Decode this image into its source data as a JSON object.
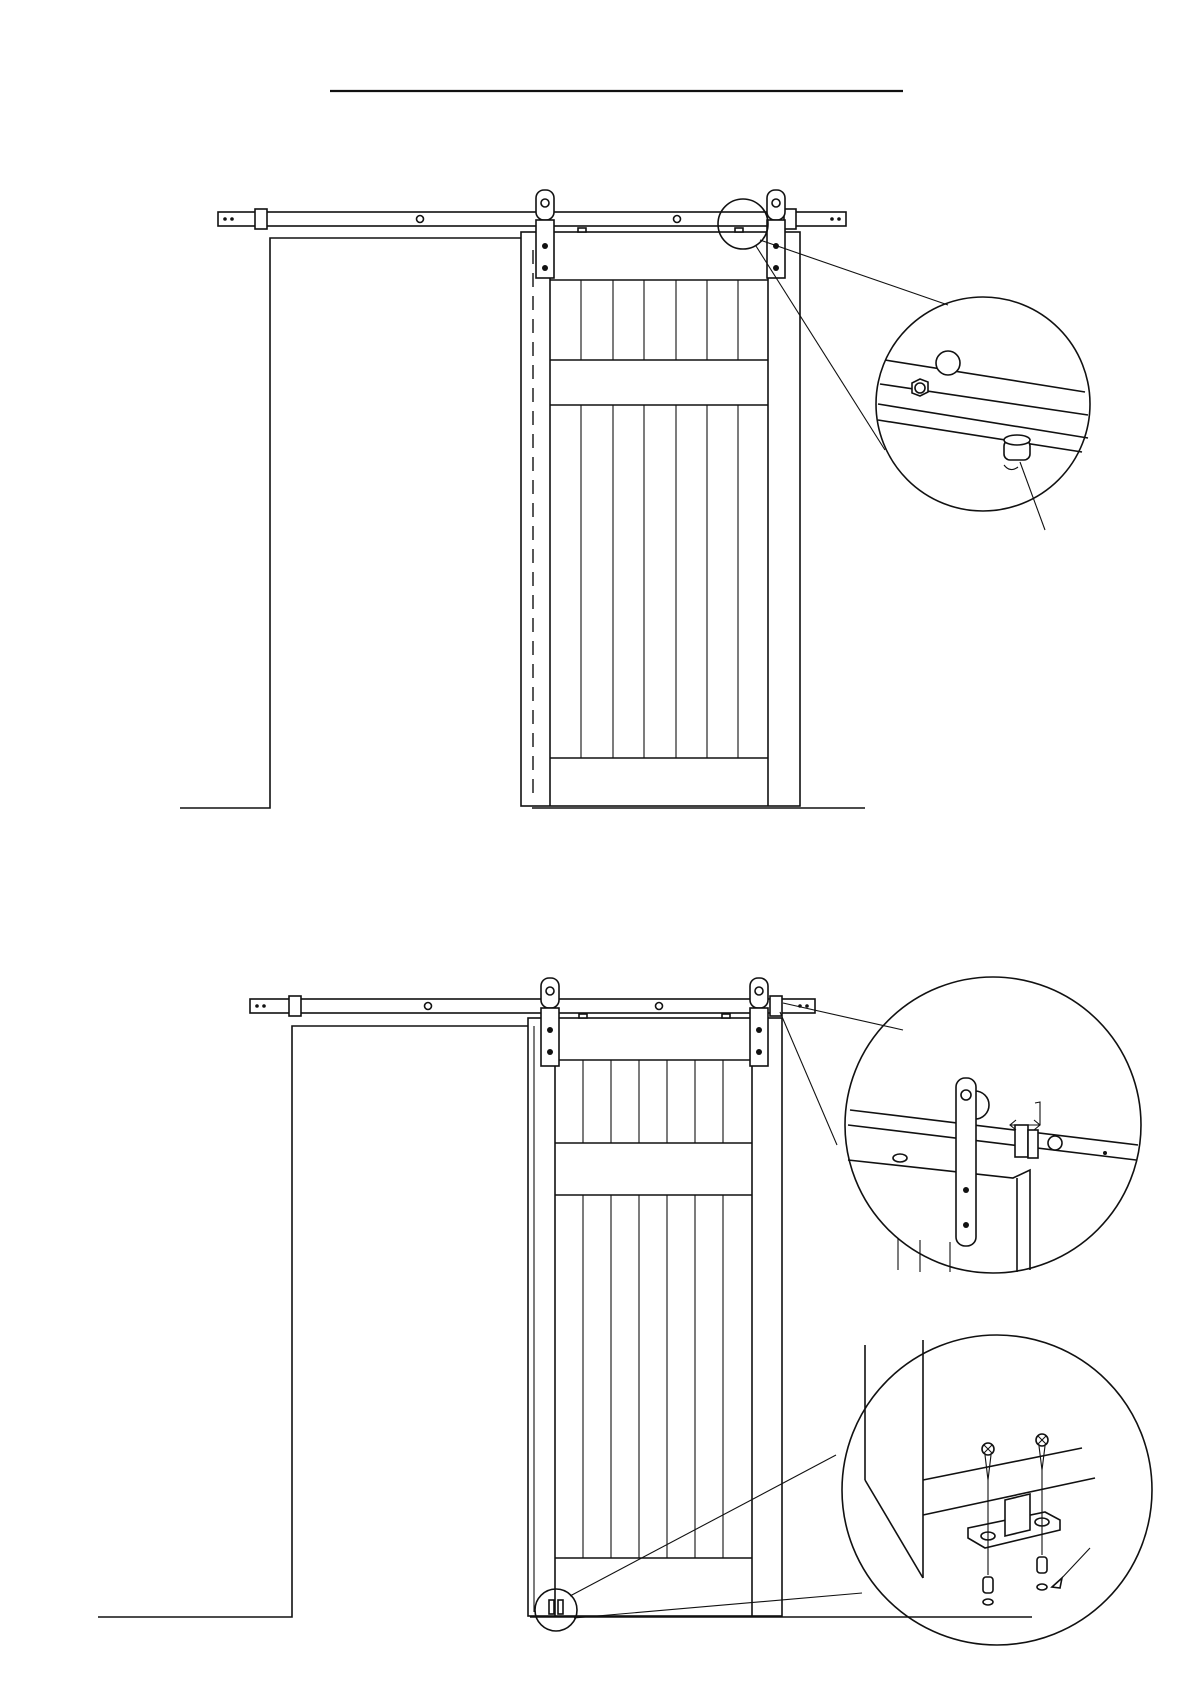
{
  "title": "",
  "steps": [
    {
      "id": "step-1",
      "callouts": [
        "door-stopper-detail"
      ]
    },
    {
      "id": "step-2",
      "callouts": [
        "anti-jump-stop-detail",
        "floor-guide-detail"
      ]
    }
  ],
  "colors": {
    "line": "#111111",
    "background": "#ffffff"
  }
}
